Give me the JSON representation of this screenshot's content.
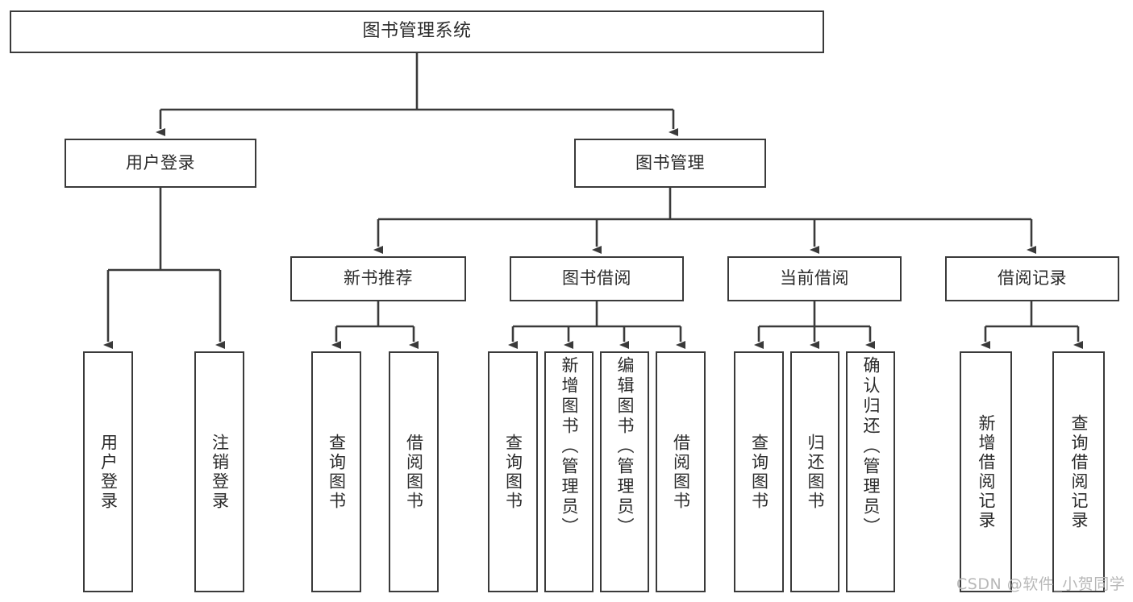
{
  "diagram": {
    "type": "hierarchy-tree",
    "title_node": {
      "label": "图书管理系统"
    },
    "level2": [
      {
        "id": "user-login",
        "label": "用户登录"
      },
      {
        "id": "book-management",
        "label": "图书管理"
      }
    ],
    "level3": [
      {
        "id": "new-book-recommend",
        "label": "新书推荐"
      },
      {
        "id": "book-borrow",
        "label": "图书借阅"
      },
      {
        "id": "current-borrow",
        "label": "当前借阅"
      },
      {
        "id": "borrow-record",
        "label": "借阅记录"
      }
    ],
    "leaves": {
      "user_login": [
        {
          "id": "leaf-user-login",
          "label": "用户登录"
        },
        {
          "id": "leaf-logout-login",
          "label": "注销登录"
        }
      ],
      "new_book_recommend": [
        {
          "id": "leaf-query-book-1",
          "label": "查询图书"
        },
        {
          "id": "leaf-borrow-book-1",
          "label": "借阅图书"
        }
      ],
      "book_borrow": [
        {
          "id": "leaf-query-book-2",
          "label": "查询图书"
        },
        {
          "id": "leaf-add-book-admin",
          "label": "新增图书（管理员）"
        },
        {
          "id": "leaf-edit-book-admin",
          "label": "编辑图书（管理员）"
        },
        {
          "id": "leaf-borrow-book-2",
          "label": "借阅图书"
        }
      ],
      "current_borrow": [
        {
          "id": "leaf-query-book-3",
          "label": "查询图书"
        },
        {
          "id": "leaf-return-book",
          "label": "归还图书"
        },
        {
          "id": "leaf-confirm-return-admin",
          "label": "确认归还（管理员）"
        }
      ],
      "borrow_record": [
        {
          "id": "leaf-add-borrow-record",
          "label": "新增借阅记录"
        },
        {
          "id": "leaf-query-borrow-record",
          "label": "查询借阅记录"
        }
      ]
    }
  },
  "watermark": {
    "text": "CSDN @软件_小贺同学"
  },
  "colors": {
    "background": "#ffffff",
    "box_border": "#3a3a3a",
    "connector": "#3a3a3a",
    "text": "#2b2b2b",
    "watermark": "#b8b8b8"
  }
}
